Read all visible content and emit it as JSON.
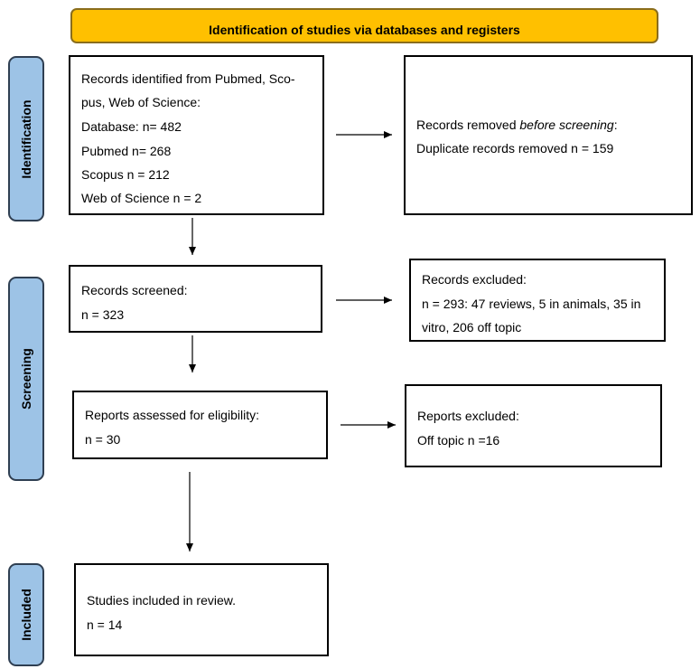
{
  "banner": {
    "title": "Identification of studies via databases and registers"
  },
  "phases": {
    "identification": "Identification",
    "screening": "Screening",
    "included": "Included"
  },
  "boxes": {
    "records_identified": {
      "line1": "Records identified from Pubmed, Sco-",
      "line2": "pus, Web of Science:",
      "database": "Database:   n= 482",
      "pubmed": "Pubmed n= 268",
      "scopus": "Scopus n = 212",
      "wos": "Web of Science n = 2"
    },
    "records_removed": {
      "prefix": "Records removed ",
      "italic": "before screening",
      "suffix": ":",
      "line2": "Duplicate records removed n = 159"
    },
    "records_screened": {
      "line1": "Records screened:",
      "line2": "n = 323"
    },
    "records_excluded": {
      "line1": "Records excluded:",
      "line2": "n = 293: 47 reviews, 5 in animals, 35 in",
      "line3": "vitro, 206 off topic"
    },
    "reports_assessed": {
      "line1": "Reports assessed for eligibility:",
      "line2": "n = 30"
    },
    "reports_excluded": {
      "line1": "Reports excluded:",
      "line2": "Off topic n =16"
    },
    "studies_included": {
      "line1": "Studies included in review.",
      "line2": "n = 14"
    }
  }
}
